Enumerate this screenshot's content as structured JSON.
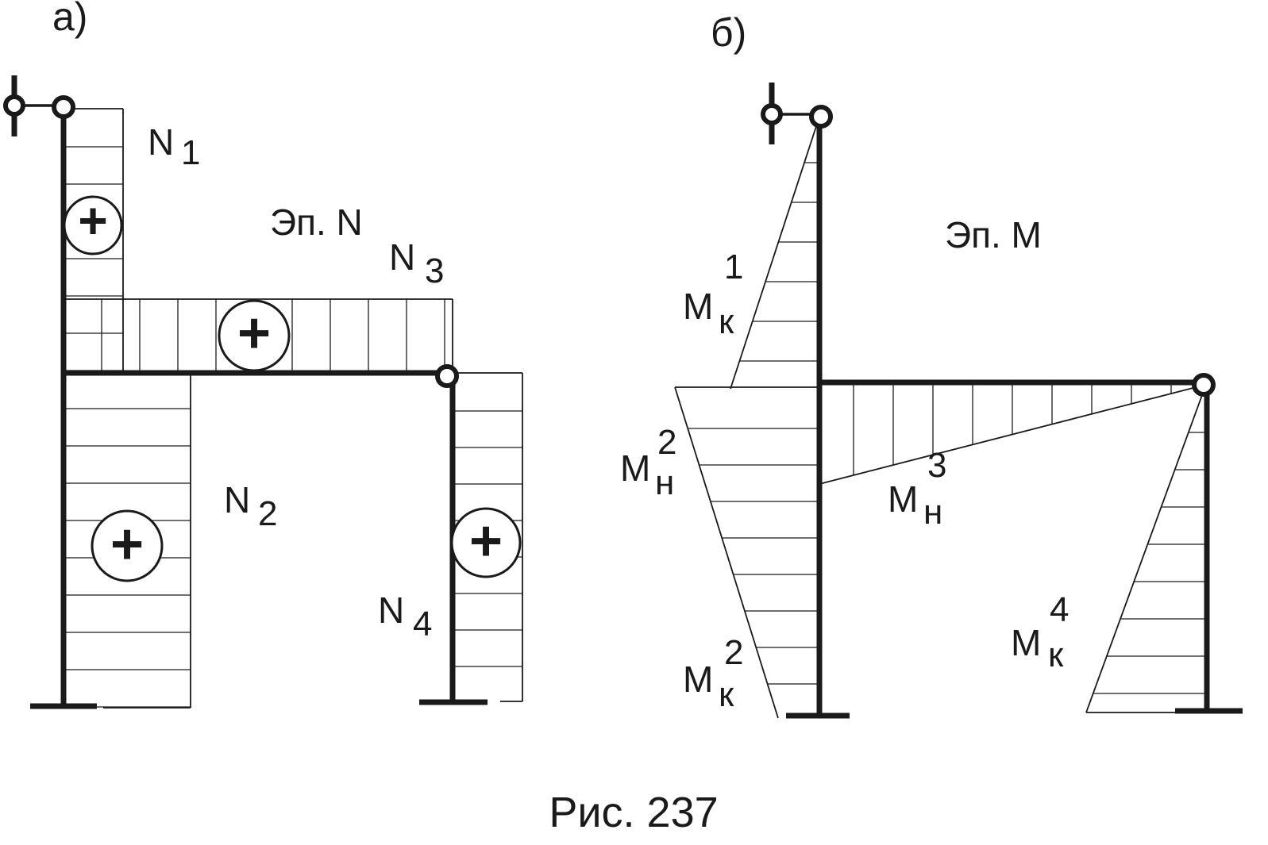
{
  "panel_a": {
    "tag": "а)",
    "title": "Эп. N",
    "labels": {
      "n1": {
        "main": "N",
        "sub": "1"
      },
      "n2": {
        "main": "N",
        "sub": "2"
      },
      "n3": {
        "main": "N",
        "sub": "3"
      },
      "n4": {
        "main": "N",
        "sub": "4"
      }
    },
    "sign": "+"
  },
  "panel_b": {
    "tag": "б)",
    "title": "Эп. M",
    "labels": {
      "mk1": {
        "main": "M",
        "sub": "к",
        "sup": "1"
      },
      "mn2": {
        "main": "M",
        "sub": "н",
        "sup": "2"
      },
      "mk2": {
        "main": "M",
        "sub": "к",
        "sup": "2"
      },
      "mn3": {
        "main": "M",
        "sub": "н",
        "sup": "3"
      },
      "mk4": {
        "main": "M",
        "sub": "к",
        "sup": "4"
      }
    }
  },
  "caption": "Рис. 237"
}
